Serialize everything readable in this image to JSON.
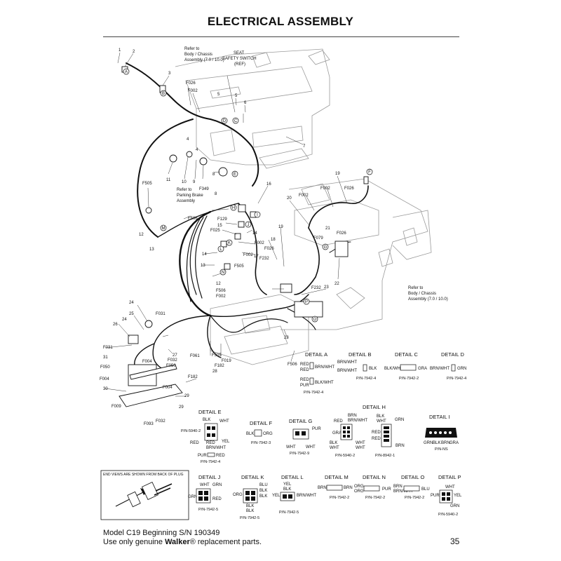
{
  "header": {
    "title": "ELECTRICAL ASSEMBLY"
  },
  "footer": {
    "model": "Model C19 Beginning S/N 190349",
    "note_prefix": "Use only genuine ",
    "note_brand": "Walker",
    "note_suffix": "® replacement parts.",
    "page_number": "35"
  },
  "callouts": {
    "refer_body_top": [
      "Refer to",
      "Body / Chassis",
      "Assembly (7.0 / 10.0)"
    ],
    "seat_switch": [
      "SEAT",
      "SAFETY SWITCH",
      "(REF)"
    ],
    "parking_brake": [
      "Refer to",
      "Parking Brake",
      "Assembly"
    ],
    "refer_body_right": [
      "Refer to",
      "Body / Chassis",
      "Assembly (7.0 / 10.0)"
    ]
  },
  "labels": {
    "n1": "1",
    "n2": "2",
    "n3": "3",
    "n4a": "4",
    "n4b": "4",
    "n5a": "5",
    "n5b": "5",
    "n6": "6",
    "n7": "7",
    "n8a": "8",
    "n8b": "8",
    "n9": "9",
    "n10": "10",
    "n11": "11",
    "n12a": "12",
    "n12b": "12",
    "n13a": "13",
    "n13b": "13",
    "n14a": "14",
    "n14b": "14",
    "n15": "15",
    "n16": "16",
    "n17": "17",
    "n18": "18",
    "n19a": "19",
    "n19b": "19",
    "n20": "20",
    "n21": "21",
    "n22": "22",
    "n23a": "23",
    "n23b": "23",
    "n24a": "24",
    "n24b": "24",
    "n25": "25",
    "n26": "26",
    "n27": "27",
    "n28": "28",
    "n29a": "29",
    "n29b": "29",
    "n30": "30",
    "n31": "31",
    "f002a": "F002",
    "f002b": "F002",
    "f002c": "F002",
    "f002d": "F002",
    "f002e": "F002",
    "f002f": "F002",
    "f025": "F025",
    "f026a": "F026",
    "f026b": "F026",
    "f026c": "F026",
    "f026d": "F026",
    "f079": "F079",
    "f129": "F129",
    "f232a": "F232",
    "f232b": "F232",
    "f349": "F349",
    "f505a": "F505",
    "f505b": "F505",
    "f505c": "F505",
    "f506a": "F506",
    "f506b": "F506",
    "f506c": "F506",
    "f031a": "F031",
    "f031b": "F031",
    "f004a": "F004",
    "f004b": "F004",
    "f004c": "F004",
    "f050a": "F050",
    "f050b": "F050",
    "f032a": "F032",
    "f032b": "F032",
    "f061": "F061",
    "f019": "F019",
    "f182a": "F182",
    "f182b": "F182",
    "f009": "F009",
    "f093": "F093"
  },
  "letters": [
    "A",
    "B",
    "C",
    "D",
    "E",
    "F",
    "G",
    "H",
    "I",
    "J",
    "K",
    "L",
    "M",
    "N",
    "O",
    "P"
  ],
  "details": {
    "a": {
      "title": "DETAIL A",
      "wires": [
        "RED",
        "RED",
        "BRN/WHT",
        "RED",
        "PUR",
        "BLK/WHT"
      ],
      "pn": "P/N-7942-4"
    },
    "b": {
      "title": "DETAIL B",
      "wires": [
        "BRN/WHT",
        "BRN/WHT",
        "BLK"
      ],
      "pn": "P/N-7942-4"
    },
    "c": {
      "title": "DETAIL C",
      "wires": [
        "BLK/WHT",
        "GRA"
      ],
      "pn": "P/N-7942-2"
    },
    "d": {
      "title": "DETAIL D",
      "wires": [
        "BRN/WHT",
        "GRN"
      ],
      "pn": "P/N-7942-4"
    },
    "e": {
      "title": "DETAIL E",
      "wires": [
        "BLK",
        "WHT",
        "RED",
        "RED",
        "BRN/WHT",
        "YEL",
        "PUR",
        "RED"
      ],
      "pn": "P/N-5940-2",
      "pn2": "P/N-7942-4"
    },
    "f": {
      "title": "DETAIL F",
      "wires": [
        "BLK",
        "ORG"
      ],
      "pn": "P/N-7942-3"
    },
    "g": {
      "title": "DETAIL G",
      "wires": [
        "PUR",
        "WHT",
        "WHT"
      ],
      "pn": "P/N-7942-9"
    },
    "h": {
      "title": "DETAIL H",
      "wires": [
        "BRN",
        "BRN/WHT",
        "RED",
        "GRA",
        "BLK",
        "WHT",
        "WHT",
        "WHT"
      ],
      "pn": "P/N-5940-2",
      "wires2": [
        "BLK",
        "WHT",
        "GRN",
        "RED",
        "RED",
        "BRN"
      ],
      "pn2": "P/N-8942-1"
    },
    "i": {
      "title": "DETAIL I",
      "wires": [
        "GRN",
        "BLK",
        "BRN",
        "GRA"
      ],
      "pn": "P/N-NS"
    },
    "j": {
      "title": "DETAIL J",
      "wires": [
        "WHT",
        "GRN",
        "GRN",
        "RED"
      ],
      "pn": "P/N-7942-5"
    },
    "k": {
      "title": "DETAIL K",
      "wires": [
        "BLU",
        "BLK",
        "BLK",
        "ORG",
        "BLK",
        "BLK"
      ],
      "pn": "P/N-7942-5"
    },
    "l": {
      "title": "DETAIL L",
      "wires": [
        "YEL",
        "BLK",
        "YEL",
        "BRN/WHT"
      ],
      "pn": "P/N-7942-5"
    },
    "m": {
      "title": "DETAIL M",
      "wires": [
        "BRN",
        "BRN"
      ],
      "pn": "P/N-7942-2"
    },
    "n": {
      "title": "DETAIL N",
      "wires": [
        "ORG",
        "ORG",
        "PUR"
      ],
      "pn": "P/N-7942-2"
    },
    "o": {
      "title": "DETAIL O",
      "wires": [
        "BRN",
        "BRN/WHT",
        "BLU"
      ],
      "pn": "P/N-7942-2"
    },
    "p": {
      "title": "DETAIL P",
      "wires": [
        "WHT",
        "PUR",
        "YEL",
        "GRN"
      ],
      "pn": "P/N-5940-2"
    }
  },
  "end_views_note": "END VIEWS ARE SHOWN FROM BACK OF PLUG"
}
